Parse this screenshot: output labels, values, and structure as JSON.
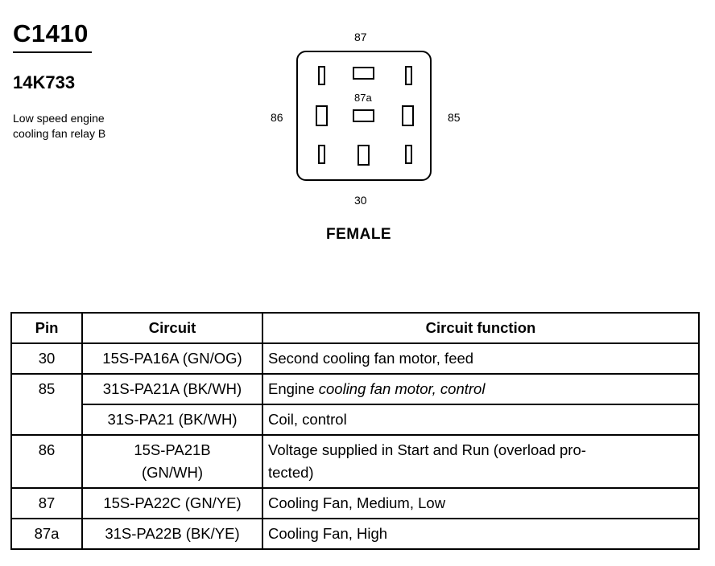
{
  "header": {
    "connector_code": "C1410",
    "part_number": "14K733",
    "description_line1": "Low speed engine",
    "description_line2": "cooling fan relay B"
  },
  "diagram": {
    "labels": {
      "top": "87",
      "left": "86",
      "right": "85",
      "bottom": "30",
      "center": "87a"
    },
    "connector_type": "FEMALE"
  },
  "table": {
    "headers": {
      "pin": "Pin",
      "circuit": "Circuit",
      "function": "Circuit function"
    },
    "rows": [
      {
        "pin": "30",
        "circuit": "15S-PA16A (GN/OG)",
        "function": "Second cooling fan motor, feed"
      },
      {
        "pin": "85",
        "circuit": "31S-PA21A (BK/WH)",
        "function_part1": "Engine ",
        "function_part2": "cooling fan motor, control"
      },
      {
        "pin": "",
        "circuit": "31S-PA21 (BK/WH)",
        "function": "Coil, control"
      },
      {
        "pin": "86",
        "circuit_line1": "15S-PA21B",
        "circuit_line2": "(GN/WH)",
        "function_line1": "Voltage supplied in Start and Run (overload pro-",
        "function_line2": "tected)"
      },
      {
        "pin": "87",
        "circuit": "15S-PA22C (GN/YE)",
        "function": "Cooling Fan, Medium, Low"
      },
      {
        "pin": "87a",
        "circuit": "31S-PA22B (BK/YE)",
        "function": "Cooling Fan, High"
      }
    ]
  }
}
